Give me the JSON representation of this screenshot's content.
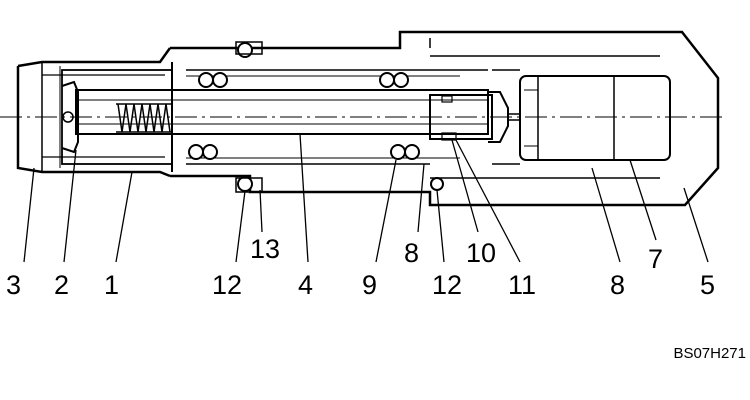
{
  "callouts": {
    "c3": "3",
    "c2": "2",
    "c1": "1",
    "c12a": "12",
    "c13": "13",
    "c4": "4",
    "c9": "9",
    "c8a": "8",
    "c12b": "12",
    "c10": "10",
    "c11": "11",
    "c8b": "8",
    "c7": "7",
    "c5": "5"
  },
  "drawing_code": "BS07H271"
}
